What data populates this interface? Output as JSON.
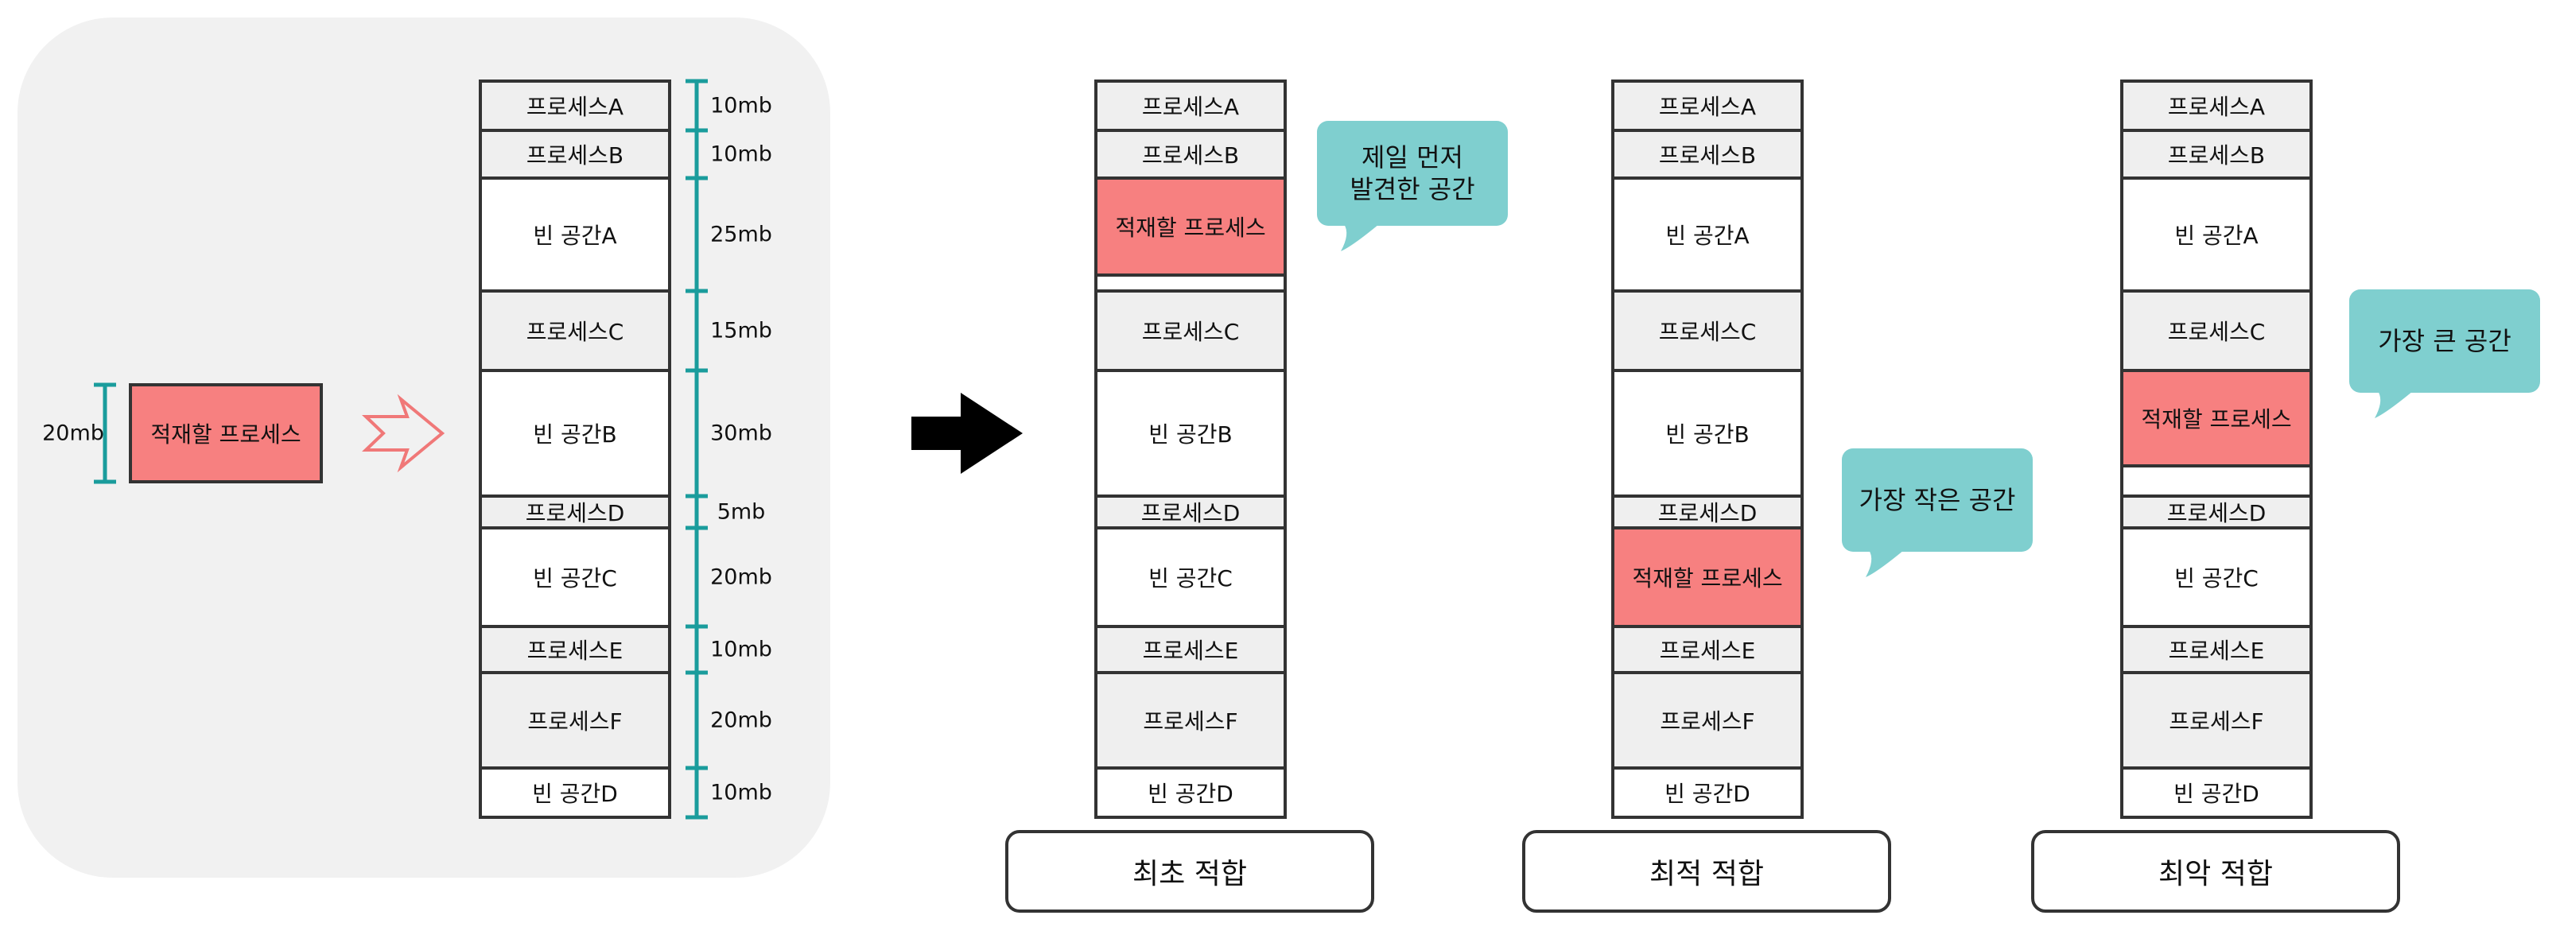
{
  "colors": {
    "panel_bg": "#f1f1f1",
    "process_fill": "#efefef",
    "free_fill": "#ffffff",
    "incoming_fill": "#f78080",
    "bubble_fill": "#7fcfcf",
    "teal_marker": "#1a9c9c",
    "pink_arrow": "#f07878",
    "border": "#333333"
  },
  "left_panel": {
    "incoming": {
      "label": "적재할 프로세스",
      "size": "20mb"
    },
    "memory": [
      {
        "label": "프로세스A",
        "size": "10mb",
        "kind": "process"
      },
      {
        "label": "프로세스B",
        "size": "10mb",
        "kind": "process"
      },
      {
        "label": "빈 공간A",
        "size": "25mb",
        "kind": "free"
      },
      {
        "label": "프로세스C",
        "size": "15mb",
        "kind": "process"
      },
      {
        "label": "빈 공간B",
        "size": "30mb",
        "kind": "free"
      },
      {
        "label": "프로세스D",
        "size": "5mb",
        "kind": "process"
      },
      {
        "label": "빈 공간C",
        "size": "20mb",
        "kind": "free"
      },
      {
        "label": "프로세스E",
        "size": "10mb",
        "kind": "process"
      },
      {
        "label": "프로세스F",
        "size": "20mb",
        "kind": "process"
      },
      {
        "label": "빈 공간D",
        "size": "10mb",
        "kind": "free"
      }
    ]
  },
  "strategies": [
    {
      "caption": "최초 적합",
      "bubble": "제일 먼저\n발견한 공간",
      "memory": [
        {
          "label": "프로세스A",
          "kind": "process"
        },
        {
          "label": "프로세스B",
          "kind": "process"
        },
        {
          "label": "적재할 프로세스",
          "kind": "incoming"
        },
        {
          "label": "",
          "kind": "free"
        },
        {
          "label": "프로세스C",
          "kind": "process"
        },
        {
          "label": "빈 공간B",
          "kind": "free"
        },
        {
          "label": "프로세스D",
          "kind": "process"
        },
        {
          "label": "빈 공간C",
          "kind": "free"
        },
        {
          "label": "프로세스E",
          "kind": "process"
        },
        {
          "label": "프로세스F",
          "kind": "process"
        },
        {
          "label": "빈 공간D",
          "kind": "free"
        }
      ]
    },
    {
      "caption": "최적 적합",
      "bubble": "가장 작은 공간",
      "memory": [
        {
          "label": "프로세스A",
          "kind": "process"
        },
        {
          "label": "프로세스B",
          "kind": "process"
        },
        {
          "label": "빈 공간A",
          "kind": "free"
        },
        {
          "label": "프로세스C",
          "kind": "process"
        },
        {
          "label": "빈 공간B",
          "kind": "free"
        },
        {
          "label": "프로세스D",
          "kind": "process"
        },
        {
          "label": "적재할 프로세스",
          "kind": "incoming"
        },
        {
          "label": "프로세스E",
          "kind": "process"
        },
        {
          "label": "프로세스F",
          "kind": "process"
        },
        {
          "label": "빈 공간D",
          "kind": "free"
        }
      ]
    },
    {
      "caption": "최악 적합",
      "bubble": "가장 큰 공간",
      "memory": [
        {
          "label": "프로세스A",
          "kind": "process"
        },
        {
          "label": "프로세스B",
          "kind": "process"
        },
        {
          "label": "빈 공간A",
          "kind": "free"
        },
        {
          "label": "프로세스C",
          "kind": "process"
        },
        {
          "label": "적재할 프로세스",
          "kind": "incoming"
        },
        {
          "label": "",
          "kind": "free"
        },
        {
          "label": "프로세스D",
          "kind": "process"
        },
        {
          "label": "빈 공간C",
          "kind": "free"
        },
        {
          "label": "프로세스E",
          "kind": "process"
        },
        {
          "label": "프로세스F",
          "kind": "process"
        },
        {
          "label": "빈 공간D",
          "kind": "free"
        }
      ]
    }
  ]
}
